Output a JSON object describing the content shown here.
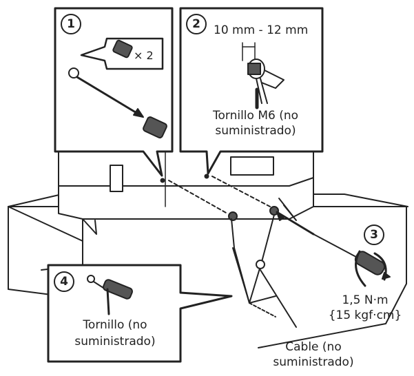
{
  "steps": {
    "s1": {
      "number": "1",
      "multiplier": "× 2"
    },
    "s2": {
      "number": "2",
      "dimension": "10 mm - 12 mm",
      "screw_line1": "Tornillo M6 (no",
      "screw_line2": "suministrado)"
    },
    "s3": {
      "number": "3",
      "torque_line1": "1,5 N·m",
      "torque_line2": "{15 kgf·cm}"
    },
    "s4": {
      "number": "4",
      "screw_line1": "Tornillo (no",
      "screw_line2": "suministrado)"
    }
  },
  "cable": {
    "line1": "Cable (no",
    "line2": "suministrado)"
  },
  "colors": {
    "line": "#222222",
    "fill": "#ffffff",
    "shade": "#e6e6e6",
    "dark": "#555555"
  }
}
